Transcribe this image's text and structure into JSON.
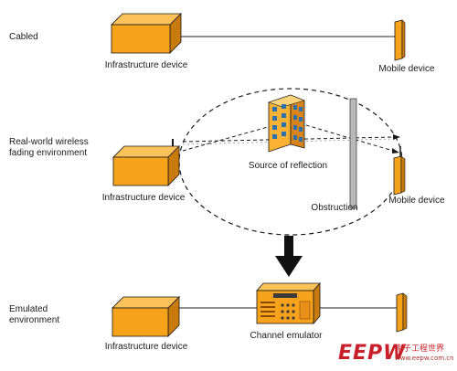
{
  "rows": {
    "cabled": "Cabled",
    "realworld_line1": "Real-world wireless",
    "realworld_line2": "fading environment",
    "emulated_line1": "Emulated",
    "emulated_line2": "environment"
  },
  "labels": {
    "infra_top": "Infrastructure device",
    "infra_mid": "Infrastructure device",
    "infra_bottom": "Infrastructure device",
    "mobile_top": "Mobile device",
    "mobile_mid": "Mobile device",
    "reflection": "Source of reflection",
    "obstruction": "Obstruction",
    "emulator": "Channel emulator"
  },
  "watermark": {
    "logo": "EEPW",
    "sub1": "电子工程世界",
    "sub2": "www.eepw.com.cn"
  },
  "colors": {
    "device_front": "#f7a21b",
    "device_top": "#fcc25a",
    "device_side": "#c87a0c",
    "outline": "#1a1a1a",
    "obstruction": "#b9b9b9",
    "arrow": "#111111",
    "watermark_red": "#c8202a"
  }
}
